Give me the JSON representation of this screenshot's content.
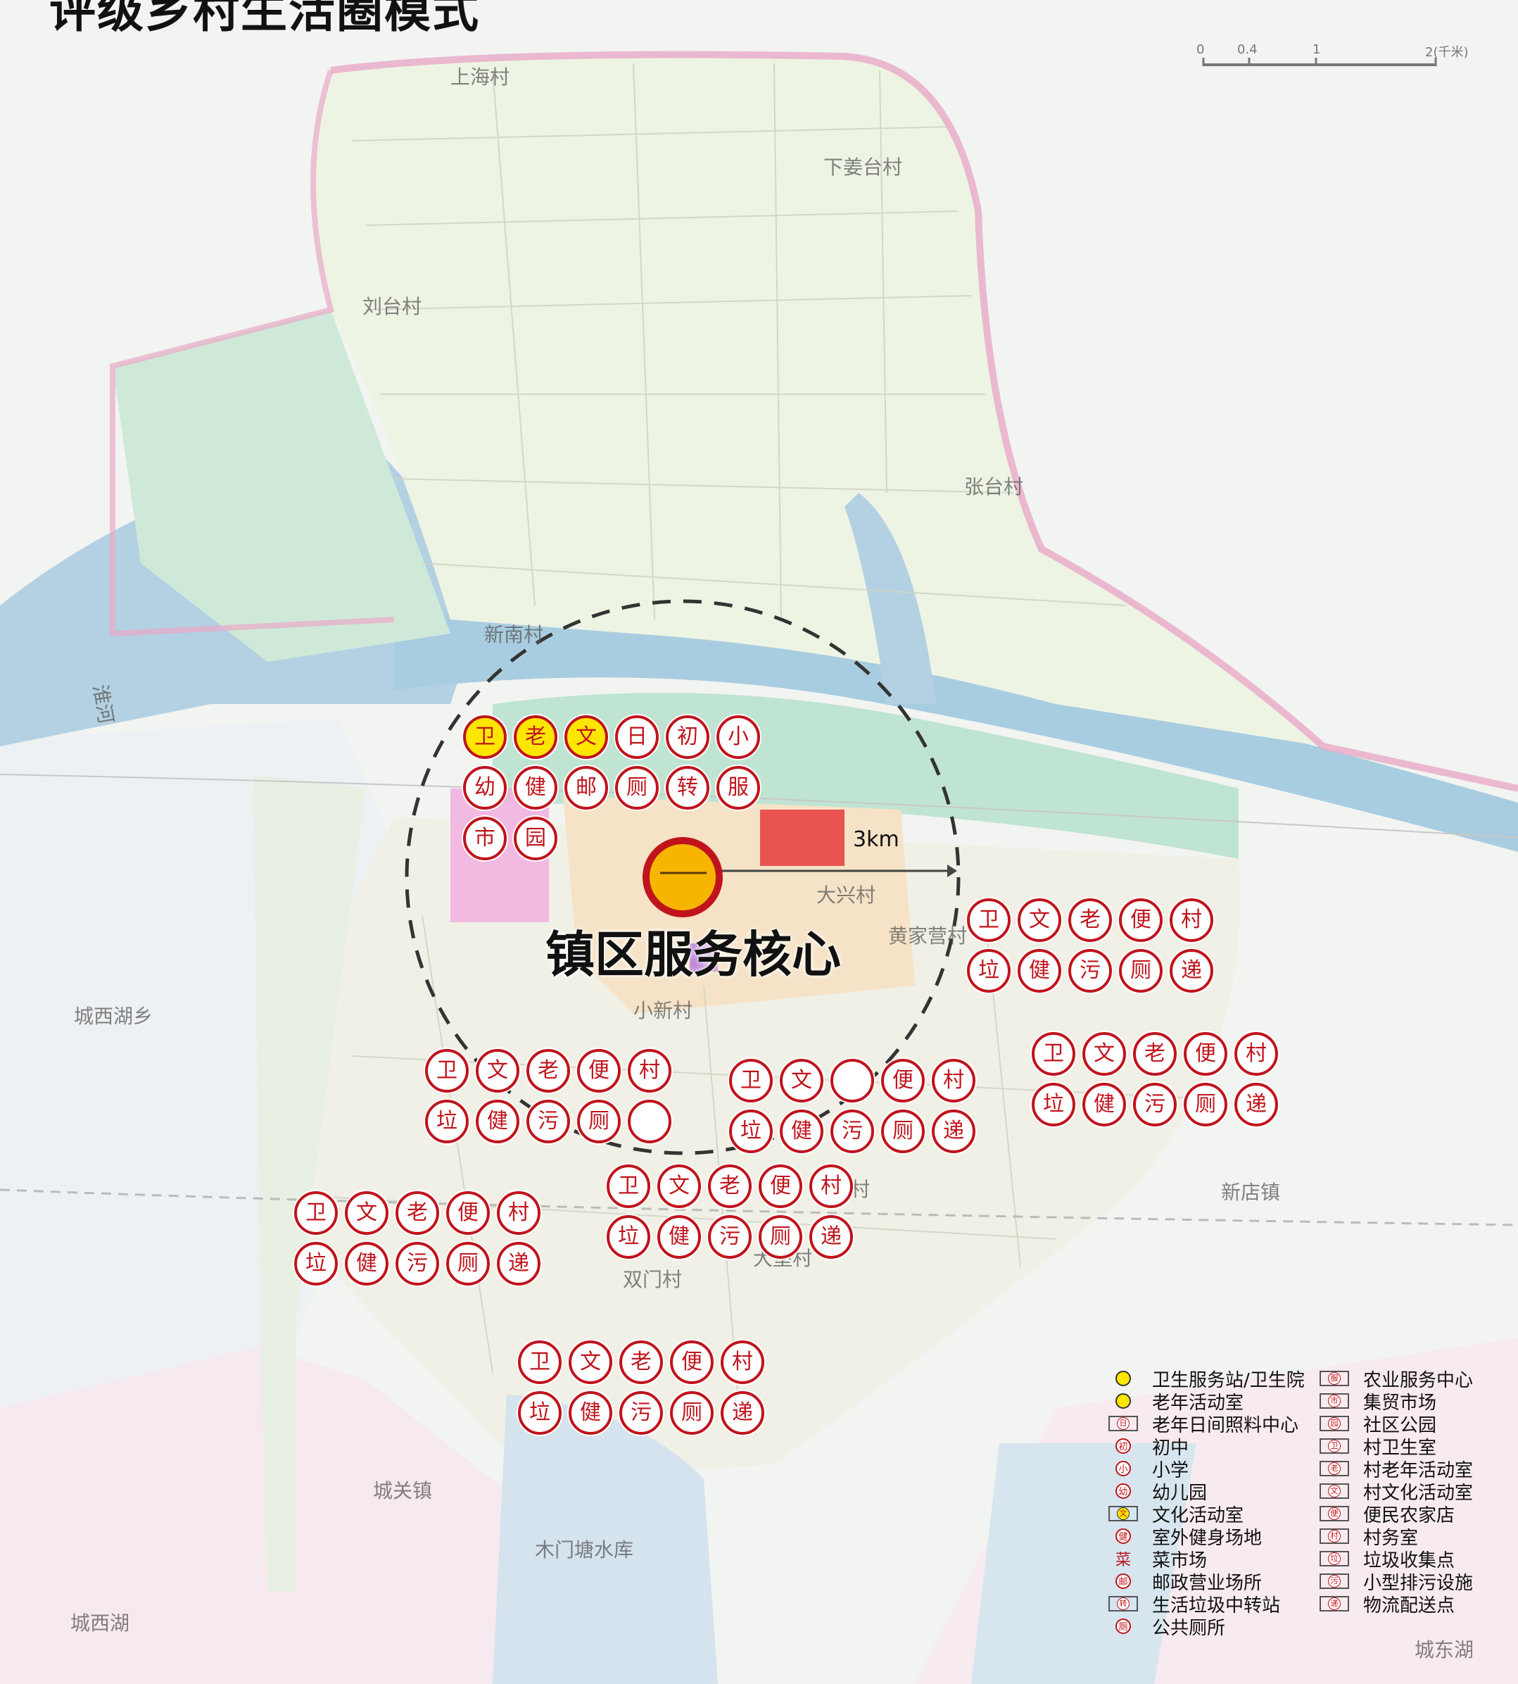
{
  "title": "评级乡村生活圈模式",
  "core_label": "镇区服务核心",
  "radius_label": "3km",
  "scale": {
    "ticks": [
      "0",
      "0.4",
      "1",
      "2(千米)"
    ]
  },
  "place_names": [
    "上海村",
    "下姜台村",
    "刘台村",
    "张台村",
    "新南村",
    "大兴村",
    "黄家营村",
    "小新村",
    "城西湖乡",
    "村村",
    "新店镇",
    "双门村",
    "大堡村",
    "城关镇",
    "木门塘水库",
    "城西湖",
    "城东湖",
    "淮河"
  ],
  "core_cluster": [
    {
      "t": "卫",
      "fill": "yellow"
    },
    {
      "t": "老",
      "fill": "yellow"
    },
    {
      "t": "文",
      "fill": "yellow"
    },
    {
      "t": "日"
    },
    {
      "t": "初"
    },
    {
      "t": "小"
    },
    {
      "t": "幼"
    },
    {
      "t": "健"
    },
    {
      "t": "邮"
    },
    {
      "t": "厕"
    },
    {
      "t": "转"
    },
    {
      "t": "服"
    },
    {
      "t": "市"
    },
    {
      "t": "园"
    }
  ],
  "village_clusters": [
    {
      "name": "east-upper",
      "chips": [
        {
          "t": "卫"
        },
        {
          "t": "文"
        },
        {
          "t": "老"
        },
        {
          "t": "便"
        },
        {
          "t": "村"
        },
        {
          "t": "垃"
        },
        {
          "t": "健"
        },
        {
          "t": "污"
        },
        {
          "t": "厕"
        },
        {
          "t": "递"
        }
      ]
    },
    {
      "name": "east-lower",
      "chips": [
        {
          "t": "卫"
        },
        {
          "t": "文"
        },
        {
          "t": "老"
        },
        {
          "t": "便"
        },
        {
          "t": "村"
        },
        {
          "t": "垃"
        },
        {
          "t": "健"
        },
        {
          "t": "污"
        },
        {
          "t": "厕"
        },
        {
          "t": "递"
        }
      ]
    },
    {
      "name": "west-mid",
      "chips": [
        {
          "t": "卫"
        },
        {
          "t": "文"
        },
        {
          "t": "老"
        },
        {
          "t": "便"
        },
        {
          "t": "村"
        },
        {
          "t": "垃"
        },
        {
          "t": "健"
        },
        {
          "t": "污"
        },
        {
          "t": "厕"
        },
        {
          "t": "",
          "fill": "blank"
        }
      ]
    },
    {
      "name": "center-mid",
      "chips": [
        {
          "t": "卫"
        },
        {
          "t": "文"
        },
        {
          "t": "",
          "fill": "blank"
        },
        {
          "t": "便"
        },
        {
          "t": "村"
        },
        {
          "t": "垃"
        },
        {
          "t": "健"
        },
        {
          "t": "污"
        },
        {
          "t": "厕"
        },
        {
          "t": "递"
        }
      ]
    },
    {
      "name": "center-low",
      "chips": [
        {
          "t": "卫"
        },
        {
          "t": "文"
        },
        {
          "t": "老"
        },
        {
          "t": "便"
        },
        {
          "t": "村"
        },
        {
          "t": "垃"
        },
        {
          "t": "健"
        },
        {
          "t": "污"
        },
        {
          "t": "厕"
        },
        {
          "t": "递"
        }
      ]
    },
    {
      "name": "west-low",
      "chips": [
        {
          "t": "卫"
        },
        {
          "t": "文"
        },
        {
          "t": "老"
        },
        {
          "t": "便"
        },
        {
          "t": "村"
        },
        {
          "t": "垃"
        },
        {
          "t": "健"
        },
        {
          "t": "污"
        },
        {
          "t": "厕"
        },
        {
          "t": "递"
        }
      ]
    },
    {
      "name": "south",
      "chips": [
        {
          "t": "卫"
        },
        {
          "t": "文"
        },
        {
          "t": "老"
        },
        {
          "t": "便"
        },
        {
          "t": "村"
        },
        {
          "t": "垃"
        },
        {
          "t": "健"
        },
        {
          "t": "污"
        },
        {
          "t": "厕"
        },
        {
          "t": "递"
        }
      ]
    }
  ],
  "legend_left": [
    {
      "sym": "yellow-dot",
      "label": "卫生服务站/卫生院"
    },
    {
      "sym": "yellow-dot",
      "label": "老年活动室"
    },
    {
      "sym": "box",
      "glyph": "日",
      "label": "老年日间照料中心"
    },
    {
      "sym": "dot",
      "glyph": "初",
      "label": "初中"
    },
    {
      "sym": "dot",
      "glyph": "小",
      "label": "小学"
    },
    {
      "sym": "dot",
      "glyph": "幼",
      "label": "幼儿园"
    },
    {
      "sym": "box-yellow",
      "glyph": "文",
      "label": "文化活动室"
    },
    {
      "sym": "dot",
      "glyph": "健",
      "label": "室外健身场地"
    },
    {
      "sym": "plain",
      "glyph": "菜",
      "label": "菜市场"
    },
    {
      "sym": "dot",
      "glyph": "邮",
      "label": "邮政营业场所"
    },
    {
      "sym": "box",
      "glyph": "转",
      "label": "生活垃圾中转站"
    },
    {
      "sym": "dot",
      "glyph": "厕",
      "label": "公共厕所"
    }
  ],
  "legend_right": [
    {
      "glyph": "服",
      "label": "农业服务中心"
    },
    {
      "glyph": "市",
      "label": "集贸市场"
    },
    {
      "glyph": "园",
      "label": "社区公园"
    },
    {
      "glyph": "卫",
      "label": "村卫生室"
    },
    {
      "glyph": "老",
      "label": "村老年活动室"
    },
    {
      "glyph": "文",
      "label": "村文化活动室"
    },
    {
      "glyph": "便",
      "label": "便民农家店"
    },
    {
      "glyph": "村",
      "label": "村务室"
    },
    {
      "glyph": "垃",
      "label": "垃圾收集点"
    },
    {
      "glyph": "污",
      "label": "小型排污设施"
    },
    {
      "glyph": "递",
      "label": "物流配送点"
    }
  ],
  "colors": {
    "accent_red": "#c0141c",
    "core_fill": "#f7b500",
    "yellow_chip": "#ffe600",
    "water": "#a9cde0",
    "green": "#bfe4d2"
  }
}
